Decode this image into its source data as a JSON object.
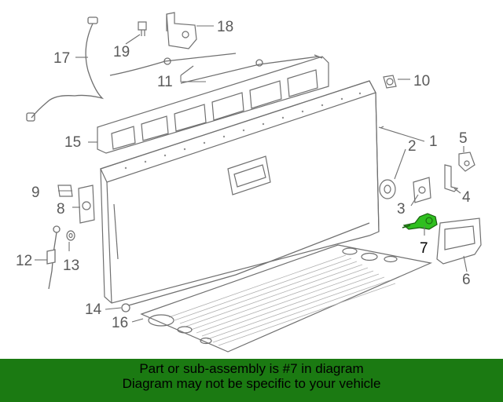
{
  "callouts": {
    "c1": "1",
    "c2": "2",
    "c3": "3",
    "c4": "4",
    "c5": "5",
    "c6": "6",
    "c7": "7",
    "c8": "8",
    "c9": "9",
    "c10": "10",
    "c11": "11",
    "c12": "12",
    "c13": "13",
    "c14": "14",
    "c15": "15",
    "c16": "16",
    "c17": "17",
    "c18": "18",
    "c19": "19"
  },
  "highlighted_part": "7",
  "colors": {
    "banner_bg": "#1b7a12",
    "highlight": "#2fbf1f",
    "line": "#707070",
    "text": "#5a5a5a"
  },
  "banner": {
    "line1": "Part or sub-assembly is #7 in diagram",
    "line2": "Diagram may not be specific to your vehicle"
  }
}
